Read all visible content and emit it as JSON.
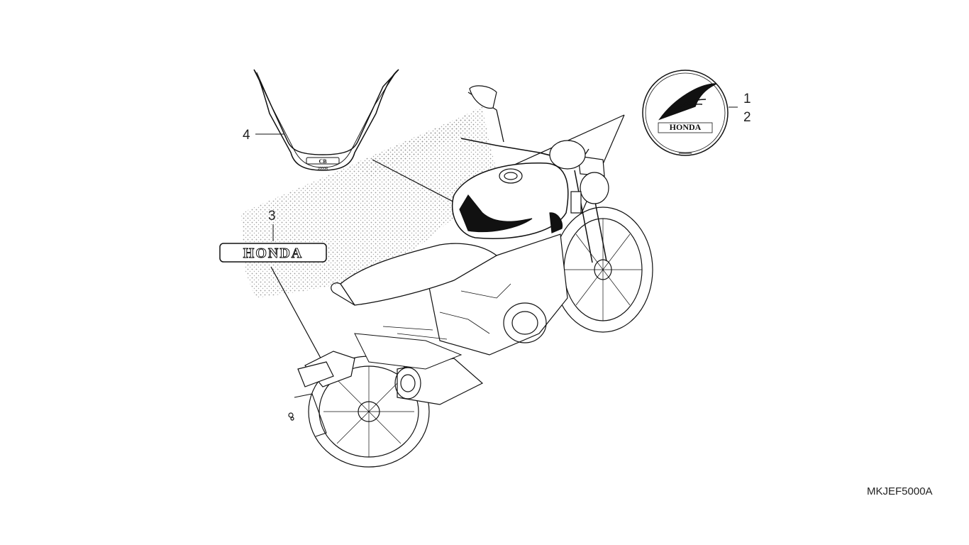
{
  "diagram": {
    "drawing_code": "MKJEF5000A",
    "callouts": {
      "c1": "1",
      "c2": "2",
      "c3": "3",
      "c4": "4"
    },
    "tank_emblem_text": "HONDA",
    "side_emblem_text": "HONDA",
    "seat_cowl_badge_model": "CB",
    "seat_cowl_badge_sub": "1000R",
    "line_color": "#111111",
    "stipple_color": "#8a8a8a"
  }
}
